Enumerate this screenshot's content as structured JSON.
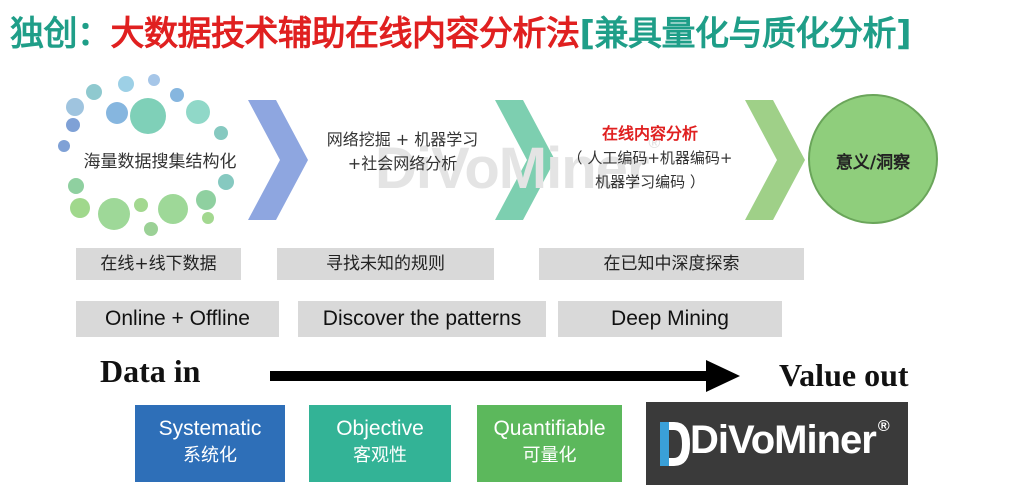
{
  "title": {
    "prefix": "独创：",
    "main": "大数据技术辅助在线内容分析法",
    "suffix": "[兼具量化与质化分析]"
  },
  "steps": [
    {
      "text": "海量数据搜集结构化"
    },
    {
      "line1": "网络挖掘 + 机器学习",
      "line2": "+社会网络分析"
    },
    {
      "line1": "在线内容分析",
      "line2": "（ 人工编码+机器编码+",
      "line3": "机器学习编码 ）"
    },
    {
      "text": "意义/洞察"
    }
  ],
  "chinese_labels": [
    "在线+线下数据",
    "寻找未知的规则",
    "在已知中深度探索"
  ],
  "english_labels": [
    "Online + Offline",
    "Discover the patterns",
    "Deep Mining"
  ],
  "flow": {
    "start": "Data in",
    "end": "Value out"
  },
  "qualities": [
    {
      "en": "Systematic",
      "zh": "系统化",
      "color": "#2e6fb8"
    },
    {
      "en": "Objective",
      "zh": "客观性",
      "color": "#33b396"
    },
    {
      "en": "Quantifiable",
      "zh": "可量化",
      "color": "#5cb85c"
    }
  ],
  "logo": {
    "text": "DiVoMiner",
    "registered": "®",
    "bg": "#3a3a3a"
  },
  "colors": {
    "teal": "#1f9e88",
    "red": "#e02020",
    "chevron1": "#8ea6e0",
    "chevron2": "#7dcfb0",
    "chevron3": "#9fd088",
    "insight_circle": "#8fce7c"
  }
}
